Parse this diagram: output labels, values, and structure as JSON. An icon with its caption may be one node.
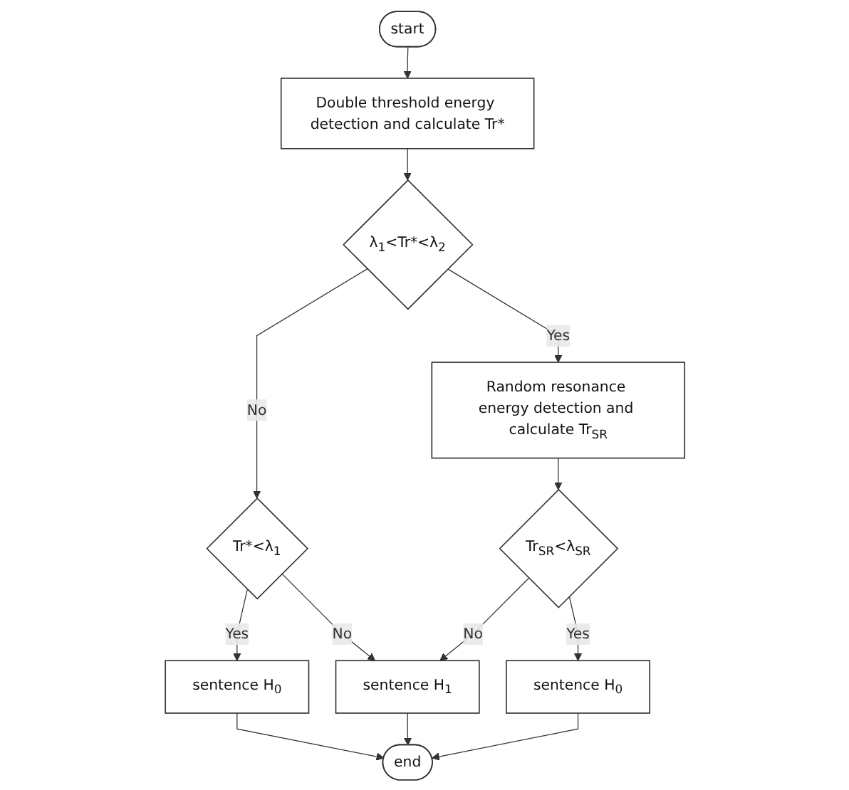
{
  "diagram": {
    "nodes": [
      {
        "text": [
          "start"
        ]
      },
      {
        "text": [
          "Double threshold energy detection and calculate Tr*"
        ]
      },
      {
        "text": [
          "λ$_{1}$<Tr*<λ$_{2}$"
        ]
      },
      {
        "text": [
          "Random resonance energy detection and calculate Tr$_{SR}$"
        ]
      },
      {
        "text": [
          "Tr*<λ$_{1}$"
        ]
      },
      {
        "text": [
          "Tr$_{SR}$<λ$_{SR}$"
        ]
      },
      {
        "text": [
          "sentence H$_{0}$"
        ]
      },
      {
        "text": [
          "sentence H$_{1}$"
        ]
      },
      {
        "text": [
          "sentence H$_{0}$"
        ]
      },
      {
        "text": [
          "end"
        ]
      }
    ],
    "edges": [
      {
        "from": 0,
        "to": 1,
        "arrow": "to"
      },
      {
        "from": 1,
        "to": 2,
        "arrow": "to"
      },
      {
        "from": 2,
        "to": 3,
        "arrow": "to",
        "label": "Yes"
      },
      {
        "from": 2,
        "to": 4,
        "arrow": "to",
        "label": "No"
      },
      {
        "from": 4,
        "to": 6,
        "arrow": "to",
        "label": "Yes"
      },
      {
        "from": 4,
        "to": 7,
        "arrow": "to",
        "label": "No"
      },
      {
        "from": 3,
        "to": 5,
        "arrow": "to"
      },
      {
        "from": 5,
        "to": 7,
        "arrow": "to",
        "label": "No"
      },
      {
        "from": 5,
        "to": 8,
        "arrow": "to",
        "label": "Yes"
      },
      {
        "from": 6,
        "to": 9,
        "arrow": "to"
      },
      {
        "from": 7,
        "to": 9,
        "arrow": "to"
      },
      {
        "from": 8,
        "to": 9,
        "arrow": "to"
      }
    ]
  }
}
